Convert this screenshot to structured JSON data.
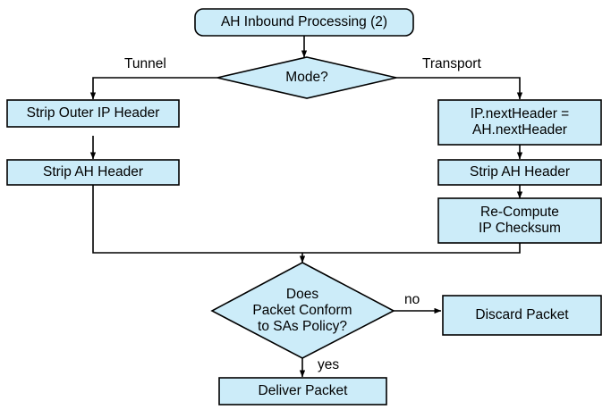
{
  "diagram": {
    "title": "AH Inbound Processing (2)",
    "colors": {
      "node_fill": "#CCECF9",
      "node_stroke": "#000000",
      "edge_stroke": "#000000",
      "text": "#000000",
      "background": "#FFFFFF"
    },
    "nodes": {
      "start": {
        "label": "AH Inbound Processing (2)",
        "shape": "rounded-rect"
      },
      "mode_decision": {
        "label": "Mode?",
        "shape": "diamond"
      },
      "strip_outer_ip_header": {
        "label": "Strip Outer IP Header",
        "shape": "rect"
      },
      "strip_ah_header_tunnel": {
        "label": "Strip AH Header",
        "shape": "rect"
      },
      "set_next_header": {
        "label": "IP.nextHeader =\nAH.nextHeader",
        "shape": "rect"
      },
      "strip_ah_header_transport": {
        "label": "Strip AH Header",
        "shape": "rect"
      },
      "recompute_checksum": {
        "label": "Re-Compute\nIP Checksum",
        "shape": "rect"
      },
      "conform_decision": {
        "label": "Does\nPacket Conform\nto SAs Policy?",
        "shape": "diamond"
      },
      "discard_packet": {
        "label": "Discard Packet",
        "shape": "rect"
      },
      "deliver_packet": {
        "label": "Deliver Packet",
        "shape": "rect"
      }
    },
    "edge_labels": {
      "tunnel": "Tunnel",
      "transport": "Transport",
      "no": "no",
      "yes": "yes"
    }
  }
}
